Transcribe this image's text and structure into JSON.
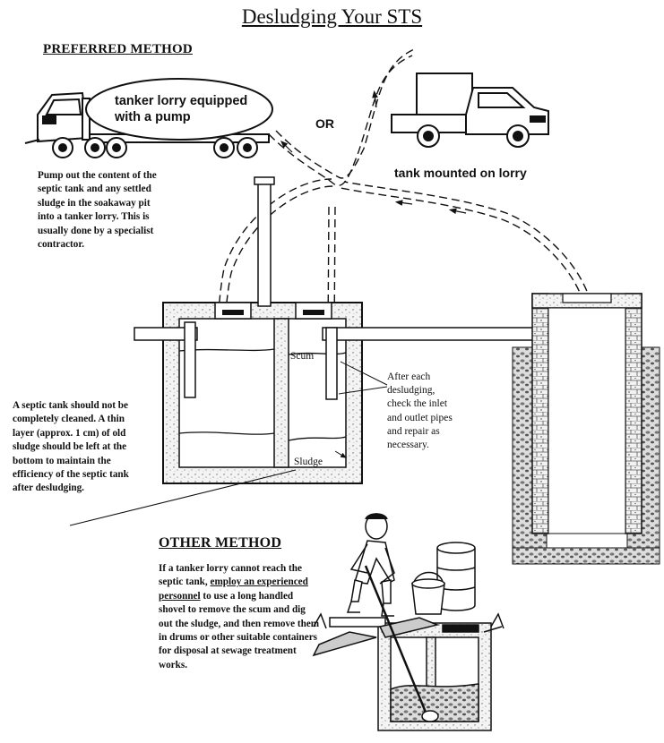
{
  "title": "Desludging Your STS",
  "preferred_method": {
    "heading": "PREFERRED METHOD",
    "tanker_label": "tanker lorry equipped with a pump",
    "or_label": "OR",
    "lorry_label": "tank mounted on lorry",
    "description": "Pump out the content of the septic tank and any settled sludge in the soakaway pit into a tanker lorry. This is usually done by a specialist contractor."
  },
  "septic_tank": {
    "scum_label": "Scum",
    "sludge_label": "Sludge",
    "note": "A septic tank should not be completely cleaned. A thin layer (approx. 1 cm) of old sludge should be left at the bottom to maintain the efficiency of the septic tank after desludging.",
    "check_note": "After each desludging, check the inlet and outlet pipes and repair as necessary."
  },
  "other_method": {
    "heading": "OTHER METHOD",
    "text_before": "If a tanker lorry cannot reach the septic tank,",
    "text_underlined": "employ an experienced personnel",
    "text_after": "to use a long handled shovel to remove the scum and dig out the sludge, and then remove them in drums or other suitable containers for disposal at sewage treatment works."
  },
  "icons": [
    "tanker-truck-icon",
    "flatbed-lorry-icon",
    "person-with-shovel-icon",
    "drum-icon",
    "bucket-icon"
  ]
}
